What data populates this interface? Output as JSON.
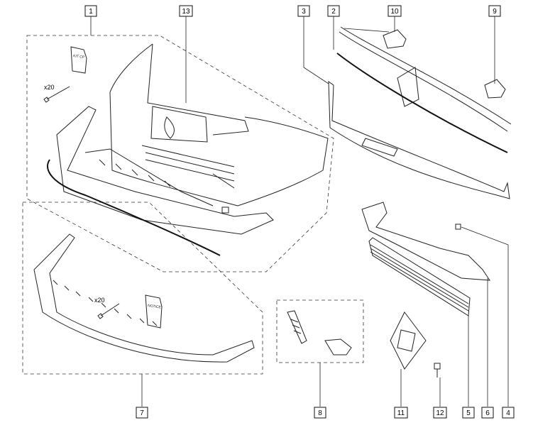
{
  "callouts": [
    "1",
    "13",
    "3",
    "2",
    "10",
    "9",
    "7",
    "8",
    "11",
    "12",
    "5",
    "6",
    "4"
  ],
  "quantity_labels": [
    "x20",
    "x20"
  ],
  "packet_labels": [
    "KIT CP",
    "NOTICE"
  ]
}
